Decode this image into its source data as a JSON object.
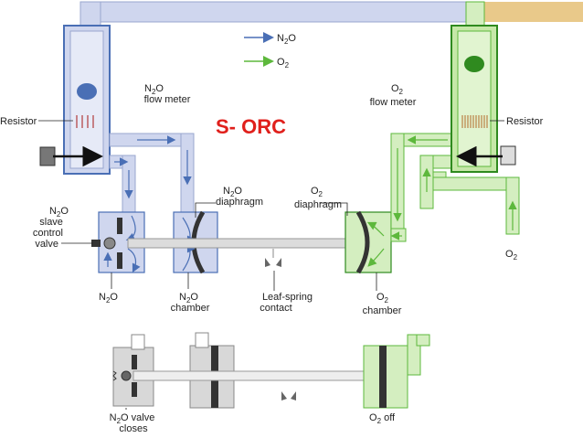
{
  "title": "S- ORC",
  "legend": {
    "n2o": {
      "label": "N",
      "sub": "2",
      "rest": "O",
      "color": "#4a6fb5"
    },
    "o2": {
      "label": "O",
      "sub": "2",
      "rest": "",
      "color": "#5db83c"
    }
  },
  "labels": {
    "n2o_flow_meter": {
      "line1_a": "N",
      "line1_sub": "2",
      "line1_b": "O",
      "line2": "flow meter"
    },
    "o2_flow_meter": {
      "line1_a": "O",
      "line1_sub": "2",
      "line1_b": "",
      "line2": "flow meter"
    },
    "resistor_left": "Resistor",
    "resistor_right": "Resistor",
    "n2o_slave": {
      "line1_a": "N",
      "line1_sub": "2",
      "line1_b": "O",
      "line2": "slave",
      "line3": "control",
      "line4": "valve"
    },
    "n2o_diaphragm": {
      "line1_a": "N",
      "line1_sub": "2",
      "line1_b": "O",
      "line2": "diaphragm"
    },
    "o2_diaphragm": {
      "line1_a": "O",
      "line1_sub": "2",
      "line1_b": "",
      "line2": "diaphragm"
    },
    "n2o_inlet": {
      "a": "N",
      "sub": "2",
      "b": "O"
    },
    "n2o_chamber": {
      "line1_a": "N",
      "line1_sub": "2",
      "line1_b": "O",
      "line2": "chamber"
    },
    "leaf_spring": {
      "line1": "Leaf-spring",
      "line2": "contact"
    },
    "o2_chamber": {
      "line1_a": "O",
      "line1_sub": "2",
      "line1_b": "",
      "line2": "chamber"
    },
    "o2_inlet": {
      "a": "O",
      "sub": "2",
      "b": ""
    },
    "n2o_valve_closes": {
      "line1_a": "N",
      "line1_sub": "2",
      "line1_b": "O valve",
      "line2": "closes"
    },
    "o2_off": {
      "a": "O",
      "sub": "2",
      "b": " off"
    }
  },
  "colors": {
    "n2o_fill": "#cfd6ee",
    "n2o_dark": "#4a6fb5",
    "o2_fill": "#d4eec0",
    "o2_dark": "#2f8a1f",
    "o2_tube": "#5db83c",
    "pipe_top_right": "#e9c98a",
    "title_red": "#e0201c"
  }
}
